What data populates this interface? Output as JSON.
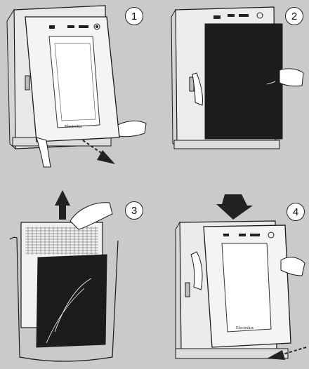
{
  "steps": [
    {
      "number": "1",
      "brand": "Electrolux"
    },
    {
      "number": "2"
    },
    {
      "number": "3"
    },
    {
      "number": "4",
      "brand": "Electrolux"
    }
  ],
  "colors": {
    "background": "#c9cacb",
    "unit_body": "#f2f2f2",
    "outline": "#1a1a1a",
    "filter_dark": "#1c1c1c",
    "arrow": "#222222"
  },
  "icons": [
    "arrow-down-right-icon",
    "arrow-up-icon",
    "arrow-down-icon",
    "arrow-left-icon",
    "hand-icon"
  ]
}
